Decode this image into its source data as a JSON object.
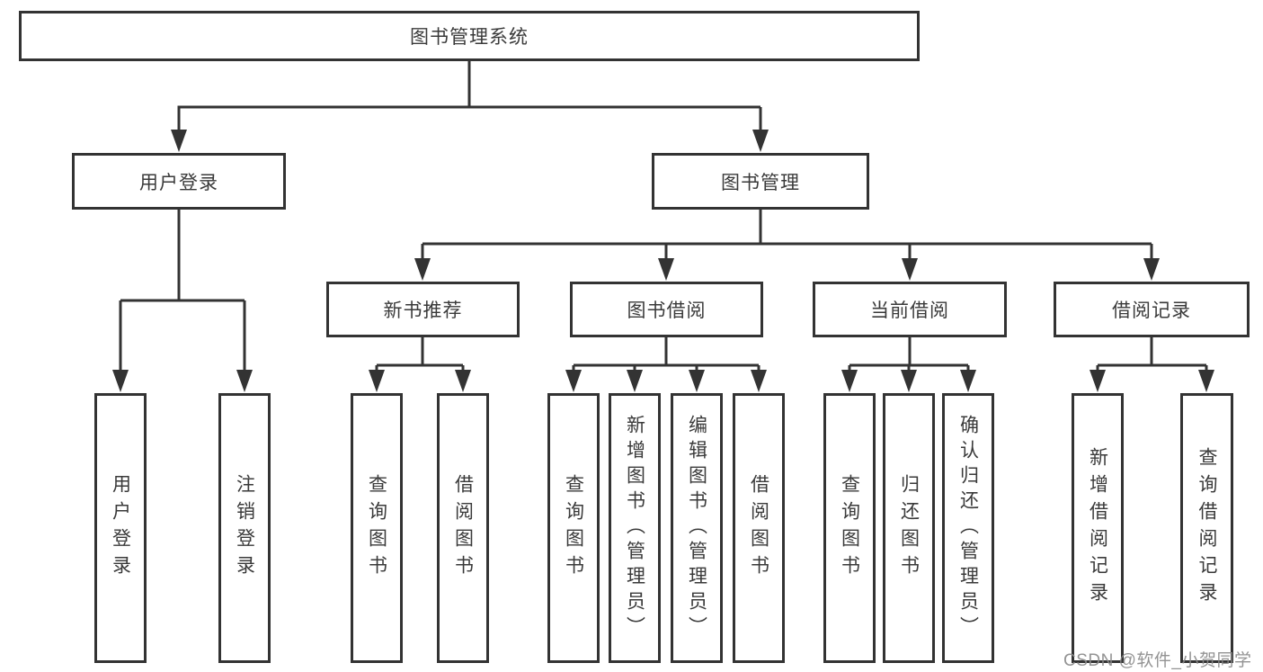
{
  "diagram": {
    "title": "图书管理系统",
    "level2": [
      {
        "label": "用户登录"
      },
      {
        "label": "图书管理"
      }
    ],
    "level3": [
      {
        "label": "新书推荐"
      },
      {
        "label": "图书借阅"
      },
      {
        "label": "当前借阅"
      },
      {
        "label": "借阅记录"
      }
    ],
    "leaves": [
      {
        "label": "用户登录",
        "parent": "用户登录"
      },
      {
        "label": "注销登录",
        "parent": "用户登录"
      },
      {
        "label": "查询图书",
        "parent": "新书推荐"
      },
      {
        "label": "借阅图书",
        "parent": "新书推荐"
      },
      {
        "label": "查询图书",
        "parent": "图书借阅"
      },
      {
        "label": "新增图书（管理员）",
        "parent": "图书借阅"
      },
      {
        "label": "编辑图书（管理员）",
        "parent": "图书借阅"
      },
      {
        "label": "借阅图书",
        "parent": "图书借阅"
      },
      {
        "label": "查询图书",
        "parent": "当前借阅"
      },
      {
        "label": "归还图书",
        "parent": "当前借阅"
      },
      {
        "label": "确认归还（管理员）",
        "parent": "当前借阅"
      },
      {
        "label": "新增借阅记录",
        "parent": "借阅记录"
      },
      {
        "label": "查询借阅记录",
        "parent": "借阅记录"
      }
    ],
    "watermark": "CSDN @软件_小贺同学",
    "colors": {
      "line": "#333333",
      "text": "#3a3a3a",
      "watermark": "#8a8a8a",
      "background": "#ffffff"
    }
  }
}
